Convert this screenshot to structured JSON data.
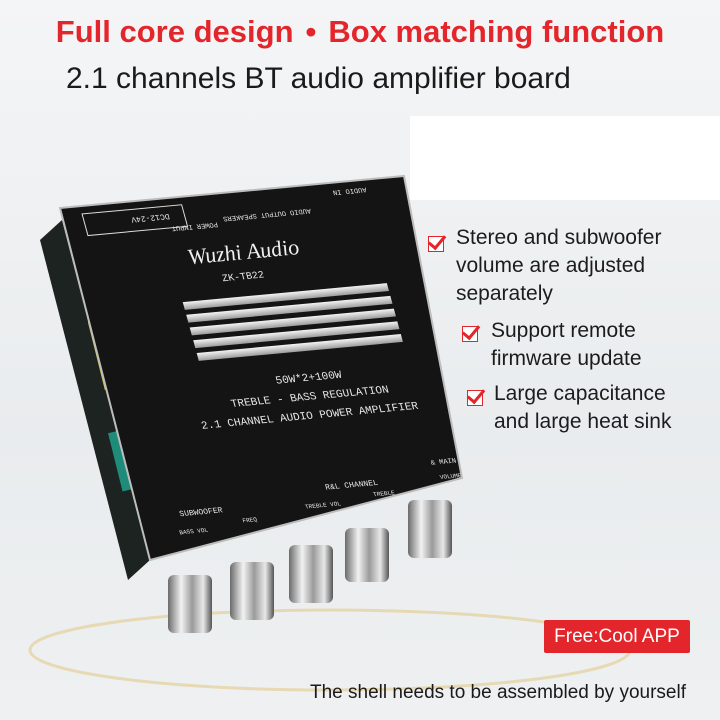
{
  "headline": {
    "part1": "Full core design",
    "separator": "•",
    "part2": "Box matching function"
  },
  "subtitle": "2.1 channels BT audio amplifier board",
  "features": [
    {
      "lines": [
        "Stereo and subwoofer",
        "volume are adjusted",
        "separately"
      ],
      "icon": "checkbox-checked-icon"
    },
    {
      "lines": [
        "Support remote",
        "firmware update"
      ],
      "icon": "checkbox-checked-icon"
    },
    {
      "lines": [
        "Large capacitance",
        "and large heat sink"
      ],
      "icon": "checkbox-checked-icon"
    }
  ],
  "app_badge": "Free:Cool APP",
  "footer_note": "The shell needs to be assembled by yourself",
  "board": {
    "brand": "Wuzhi Audio",
    "model": "ZK-TB22",
    "power": "50W*2+100W",
    "line2": "TREBLE - BASS REGULATION",
    "line3": "2.1 CHANNEL AUDIO POWER AMPLIFIER",
    "power_input": "POWER INPUT",
    "voltage": "DC12-24V",
    "speakers": "AUDIO OUTPUT SPEAKERS",
    "audio_in": "AUDIO IN",
    "subwoofer": "SUBWOOFER",
    "rl_channel": "R&L CHANNEL",
    "main": "& MAIN",
    "knobs": [
      "BASS VOL",
      "FREQ",
      "TREBLE VOL",
      "TREBLE",
      "VOLUME"
    ]
  },
  "colors": {
    "accent": "#e3262b",
    "board": "#141414"
  }
}
